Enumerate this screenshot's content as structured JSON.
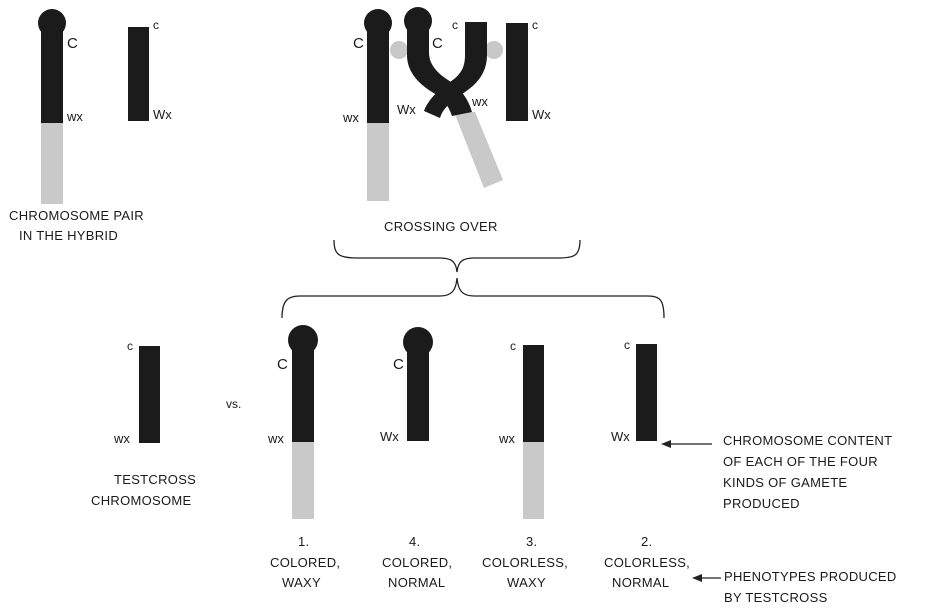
{
  "colors": {
    "dark": "#1b1b1b",
    "light": "#c9c9c9",
    "knob": "#c8c8c8",
    "paper": "#ffffff"
  },
  "hybrid": {
    "left_top_label": "C",
    "left_bottom_label": "wx",
    "right_top_label": "c",
    "right_bottom_label": "Wx",
    "caption_line1": "CHROMOSOME PAIR",
    "caption_line2": "IN THE HYBRID"
  },
  "crossing": {
    "label_C1": "C",
    "label_C2": "C",
    "label_c1": "c",
    "label_c2": "c",
    "label_wx_left": "wx",
    "label_Wx_mid": "Wx",
    "label_wx_mid": "wx",
    "label_Wx_right": "Wx",
    "caption": "CROSSING OVER"
  },
  "testcross": {
    "top_label": "c",
    "bottom_label": "wx",
    "caption_line1": "TESTCROSS",
    "caption_line2": "CHROMOSOME",
    "vs": "vs."
  },
  "gametes": [
    {
      "top_label": "C",
      "bottom_label": "wx",
      "number": "1.",
      "line1": "COLORED,",
      "line2": "WAXY"
    },
    {
      "top_label": "C",
      "bottom_label": "Wx",
      "number": "4.",
      "line1": "COLORED,",
      "line2": "NORMAL"
    },
    {
      "top_label": "c",
      "bottom_label": "wx",
      "number": "3.",
      "line1": "COLORLESS,",
      "line2": "WAXY"
    },
    {
      "top_label": "c",
      "bottom_label": "Wx",
      "number": "2.",
      "line1": "COLORLESS,",
      "line2": "NORMAL"
    }
  ],
  "annotations": {
    "gamete_line1": "CHROMOSOME CONTENT",
    "gamete_line2": "OF EACH OF THE FOUR",
    "gamete_line3": "KINDS OF GAMETE",
    "gamete_line4": "PRODUCED",
    "pheno_line1": "PHENOTYPES PRODUCED",
    "pheno_line2": "BY TESTCROSS"
  }
}
